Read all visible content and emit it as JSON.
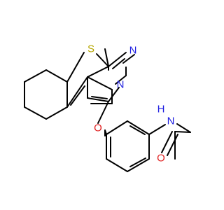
{
  "atoms": {
    "S": {
      "label": "S",
      "color": "#b5a600"
    },
    "N1": {
      "label": "N",
      "color": "#1f1fe0"
    },
    "N2": {
      "label": "N",
      "color": "#1f1fe0"
    },
    "O1": {
      "label": "O",
      "color": "#e01f1f"
    },
    "NH": {
      "label": "N",
      "color": "#1f1fe0"
    },
    "H": {
      "label": "H",
      "color": "#1f1fe0"
    },
    "O2": {
      "label": "O",
      "color": "#e01f1f"
    }
  }
}
